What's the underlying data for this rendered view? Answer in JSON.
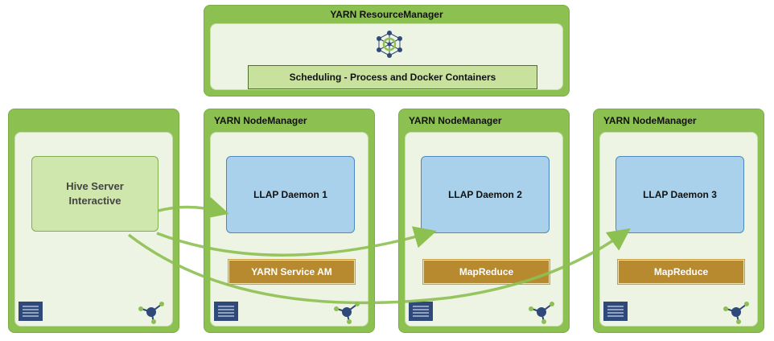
{
  "resource_manager": {
    "title": "YARN ResourceManager",
    "scheduling_label": "Scheduling -  Process and Docker Containers",
    "icon": "cluster-network-icon"
  },
  "client_node": {
    "title": "",
    "hive_label": "Hive Server Interactive",
    "icons": [
      "server-list-icon",
      "network-node-icon"
    ]
  },
  "node_managers": [
    {
      "title": "YARN NodeManager",
      "daemon": "LLAP Daemon 1",
      "service": "YARN Service AM"
    },
    {
      "title": "YARN NodeManager",
      "daemon": "LLAP Daemon 2",
      "service": "MapReduce"
    },
    {
      "title": "YARN NodeManager",
      "daemon": "LLAP Daemon 3",
      "service": "MapReduce"
    }
  ],
  "colors": {
    "panel_green": "#8cc051",
    "panel_body": "#eef4e3",
    "daemon_blue": "#a9d1ec",
    "service_orange": "#b88a30",
    "arrow_green": "#8cc051",
    "icon_navy": "#2f4a7a"
  }
}
